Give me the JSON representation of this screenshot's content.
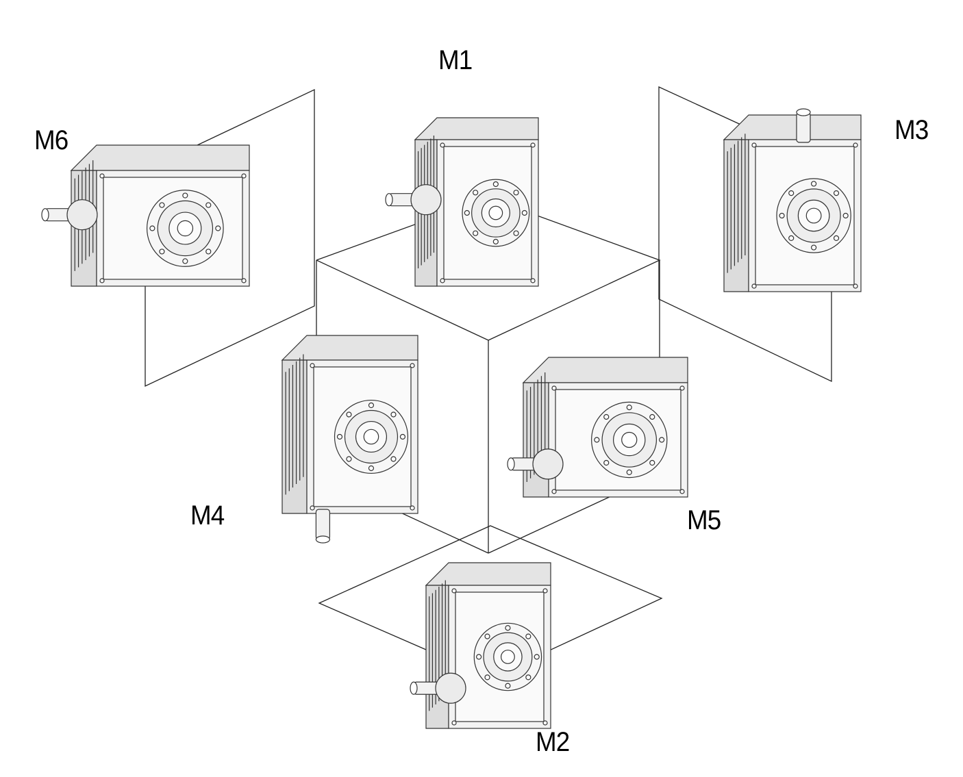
{
  "diagram": {
    "positions": [
      {
        "id": "M1",
        "label": "M1"
      },
      {
        "id": "M2",
        "label": "M2"
      },
      {
        "id": "M3",
        "label": "M3"
      },
      {
        "id": "M4",
        "label": "M4"
      },
      {
        "id": "M5",
        "label": "M5"
      },
      {
        "id": "M6",
        "label": "M6"
      }
    ],
    "line_color": "#222222",
    "gearbox_fill": "#f2f2f2",
    "gearbox_stroke": "#333333",
    "icon": "worm-gearbox-icon"
  }
}
